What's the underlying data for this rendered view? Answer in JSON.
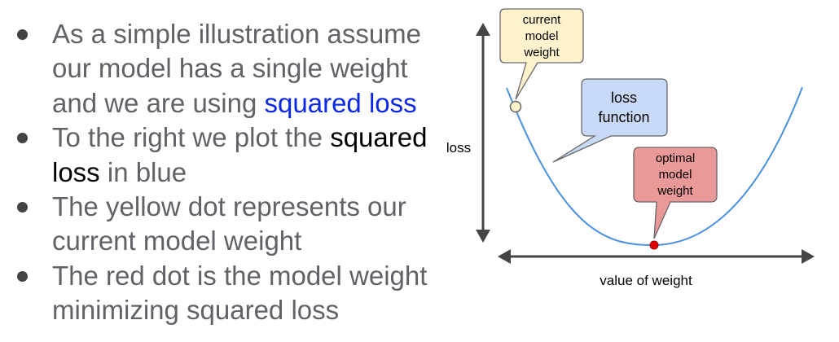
{
  "bullets": [
    {
      "lines": [
        [
          {
            "text": "As a simple illustration assume",
            "style": "gray"
          }
        ],
        [
          {
            "text": "our model has a single weight",
            "style": "gray"
          }
        ],
        [
          {
            "text": "and we are using ",
            "style": "gray"
          },
          {
            "text": "squared loss",
            "style": "blue"
          }
        ]
      ]
    },
    {
      "lines": [
        [
          {
            "text": "To the right we plot the ",
            "style": "gray"
          },
          {
            "text": "squared",
            "style": "black"
          }
        ],
        [
          {
            "text": "loss",
            "style": "black"
          },
          {
            "text": " in blue",
            "style": "gray"
          }
        ]
      ]
    },
    {
      "lines": [
        [
          {
            "text": "The yellow dot represents our",
            "style": "gray"
          }
        ],
        [
          {
            "text": "current model weight",
            "style": "gray"
          }
        ]
      ]
    },
    {
      "lines": [
        [
          {
            "text": "The red dot is the model weight",
            "style": "gray"
          }
        ],
        [
          {
            "text": "minimizing squared loss",
            "style": "gray"
          }
        ]
      ]
    }
  ],
  "diagram": {
    "y_axis_label": "loss",
    "x_axis_label": "value of weight",
    "callouts": {
      "current": [
        "current",
        "model",
        "weight"
      ],
      "loss": [
        "loss",
        "function"
      ],
      "optimal": [
        "optimal",
        "model",
        "weight"
      ]
    },
    "colors": {
      "curve": "#4a90e2",
      "current_dot": "#fff2cc",
      "current_callout_fill": "#fff2cc",
      "current_callout_stroke": "#666666",
      "loss_callout_fill": "#c9daf8",
      "optimal_dot": "#e00000",
      "optimal_callout_fill": "#ea9999",
      "axis": "#444444"
    }
  }
}
